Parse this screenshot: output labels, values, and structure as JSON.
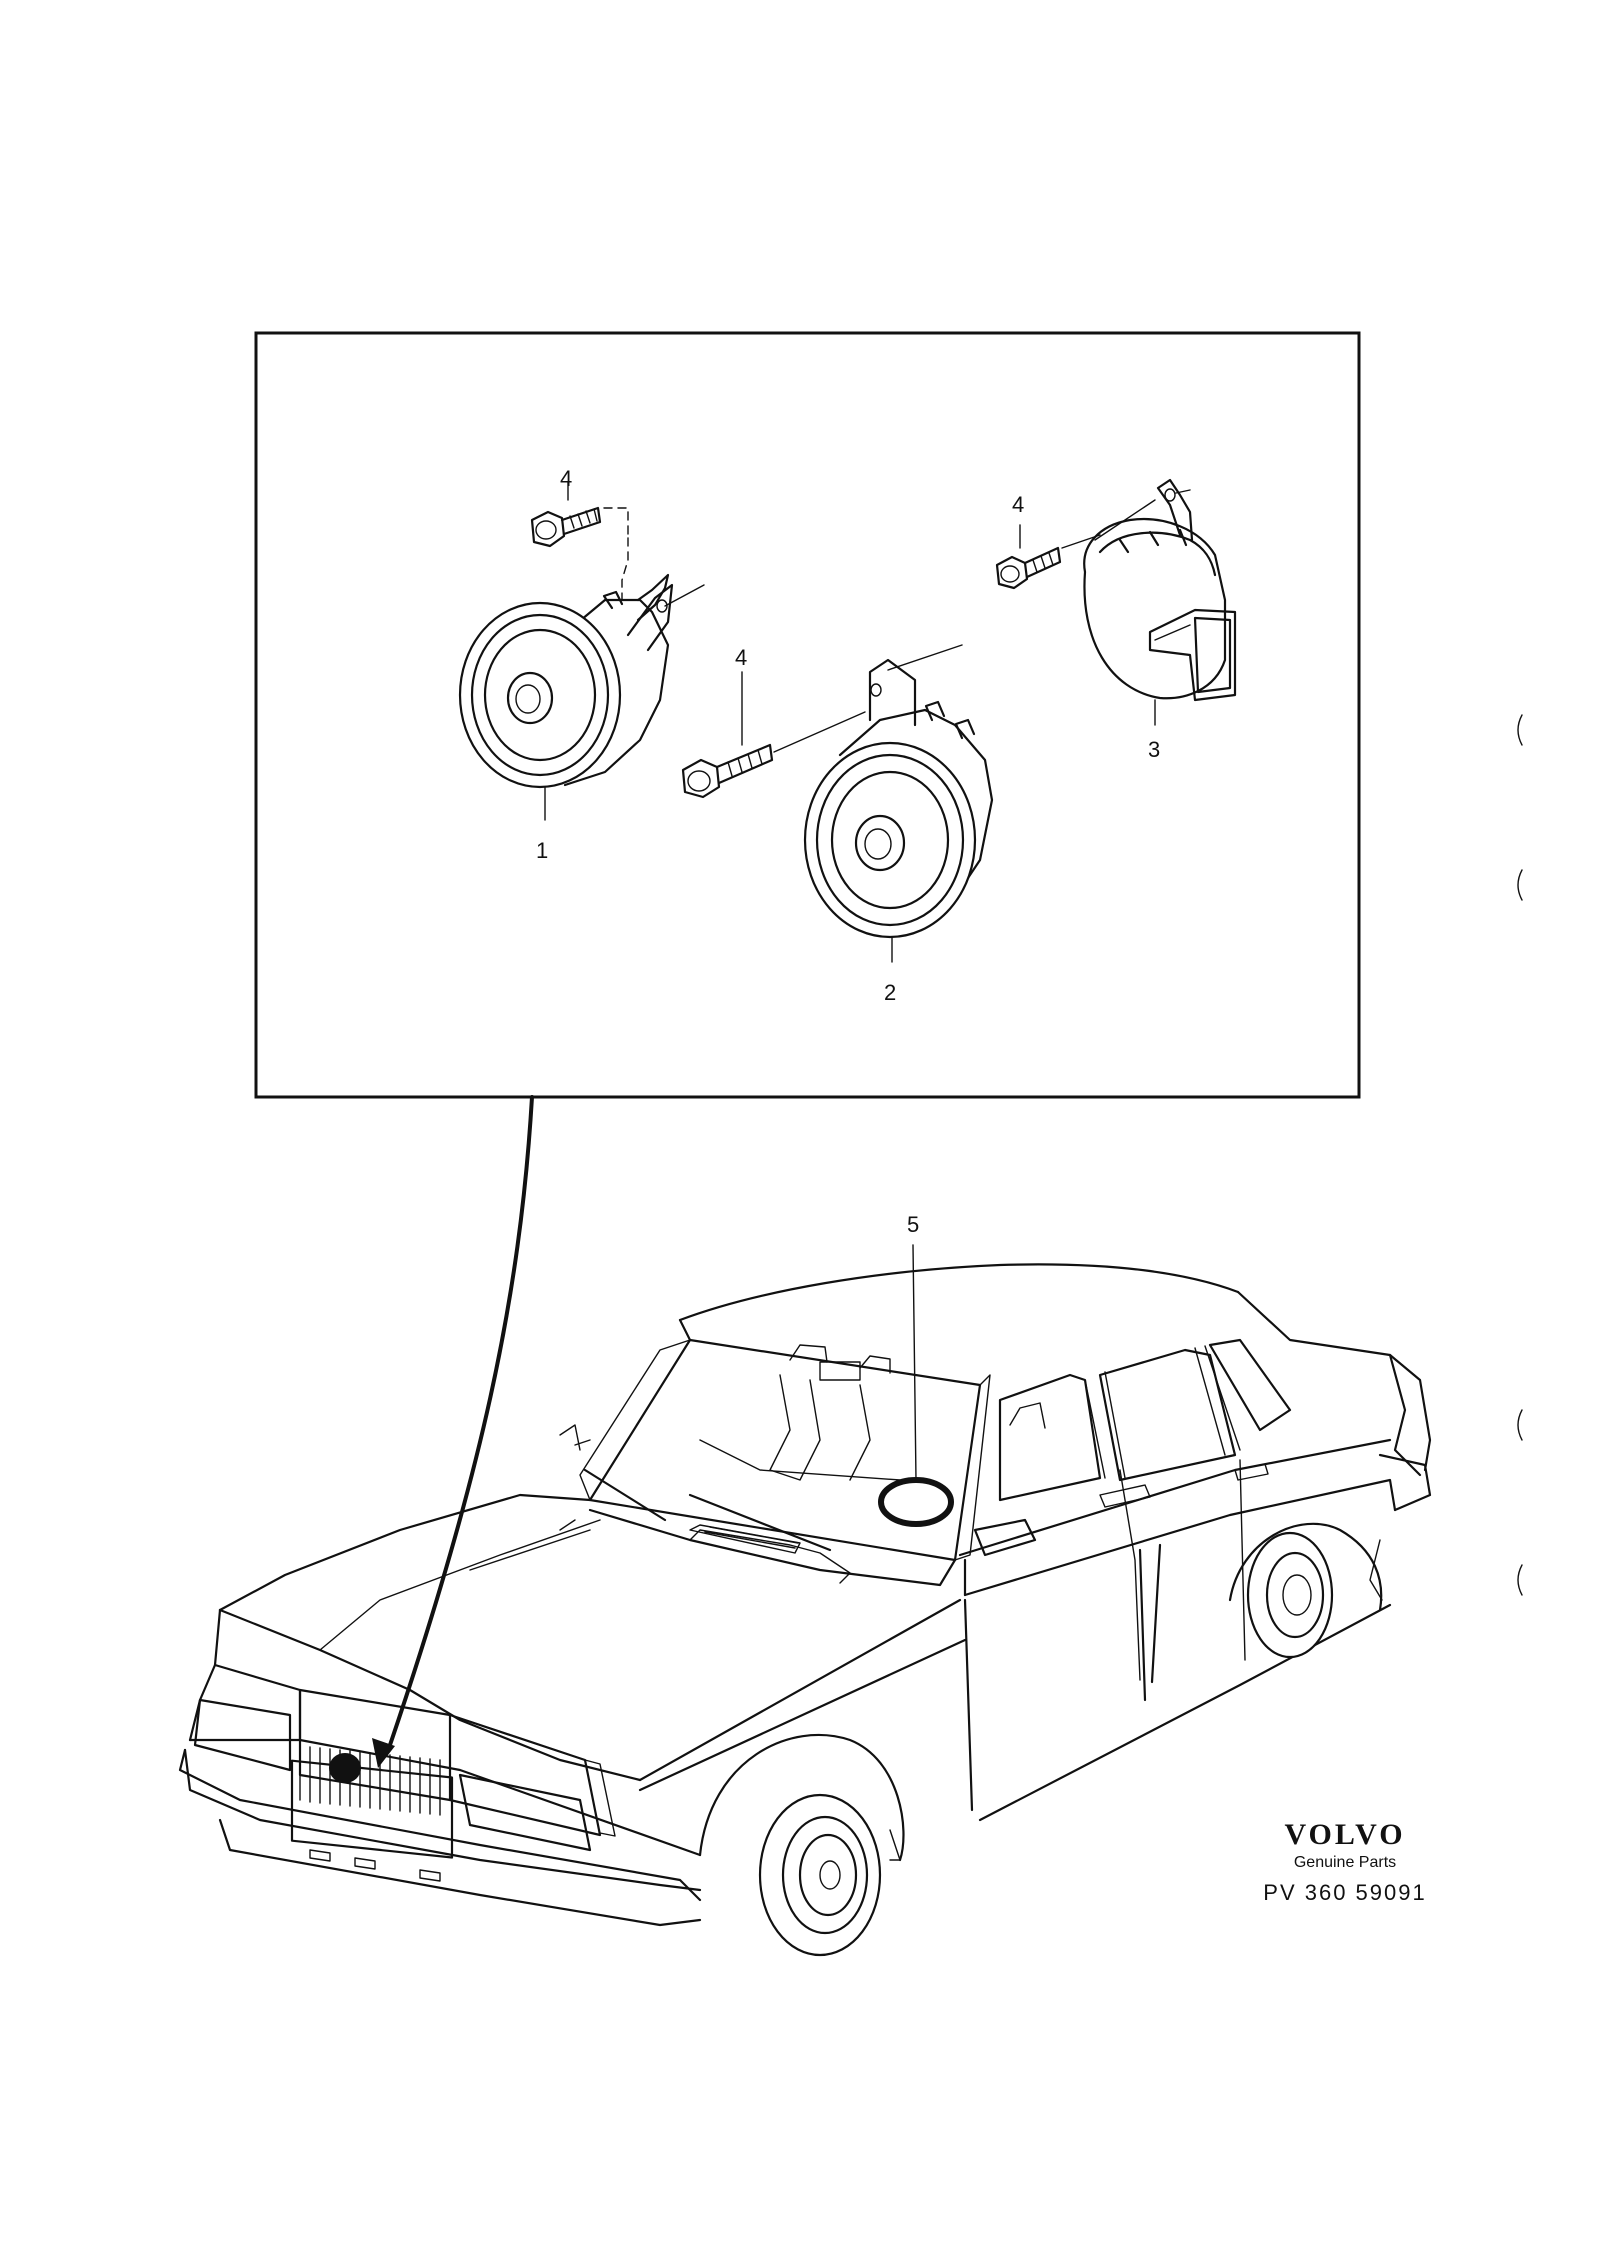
{
  "diagram": {
    "callouts": {
      "horn_1": "1",
      "horn_2": "2",
      "horn_3": "3",
      "screw_a": "4",
      "screw_b": "4",
      "screw_c": "4",
      "steering_wheel": "5"
    }
  },
  "brand": {
    "name": "VOLVO",
    "tagline": "Genuine Parts",
    "part_code": "PV 360 59091"
  }
}
